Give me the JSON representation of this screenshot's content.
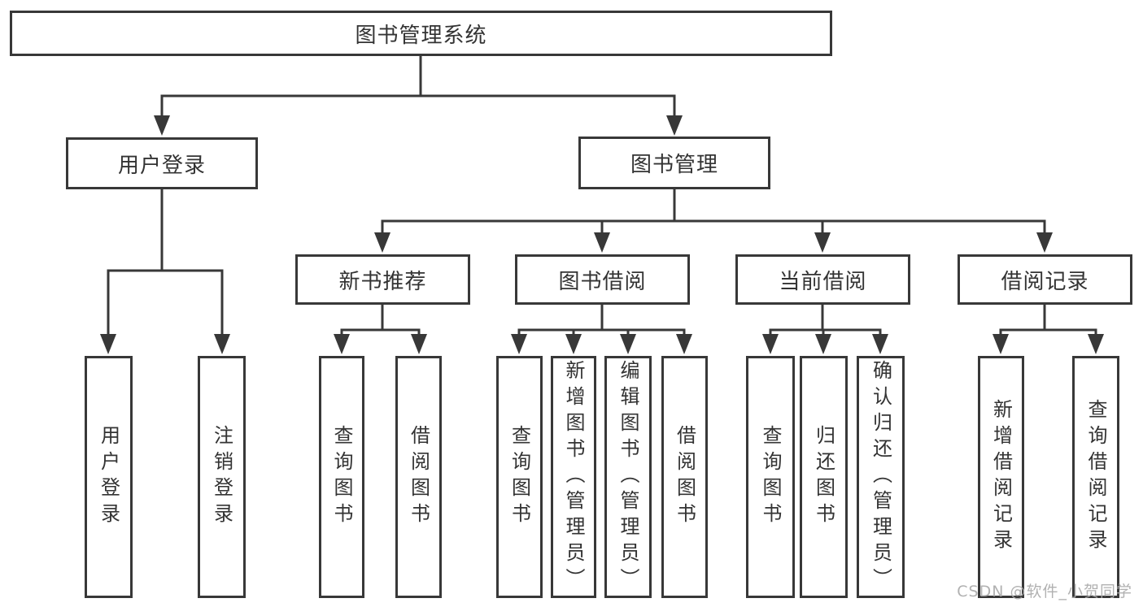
{
  "tree": {
    "root": {
      "label": "图书管理系统",
      "children": [
        {
          "label": "用户登录",
          "children": [
            {
              "label": "用户登录"
            },
            {
              "label": "注销登录"
            }
          ]
        },
        {
          "label": "图书管理",
          "children": [
            {
              "label": "新书推荐",
              "children": [
                {
                  "label": "查询图书"
                },
                {
                  "label": "借阅图书"
                }
              ]
            },
            {
              "label": "图书借阅",
              "children": [
                {
                  "label": "查询图书"
                },
                {
                  "label": "新增图书（管理员）"
                },
                {
                  "label": "编辑图书（管理员）"
                },
                {
                  "label": "借阅图书"
                }
              ]
            },
            {
              "label": "当前借阅",
              "children": [
                {
                  "label": "查询图书"
                },
                {
                  "label": "归还图书"
                },
                {
                  "label": "确认归还（管理员）"
                }
              ]
            },
            {
              "label": "借阅记录",
              "children": [
                {
                  "label": "新增借阅记录"
                },
                {
                  "label": "查询借阅记录"
                }
              ]
            }
          ]
        }
      ]
    }
  },
  "watermark": {
    "text": "CSDN @软件_小贺同学"
  },
  "colors": {
    "line": "#383838",
    "box_border": "#383838",
    "text": "#333333",
    "watermark": "#ababab",
    "background": "#ffffff"
  }
}
